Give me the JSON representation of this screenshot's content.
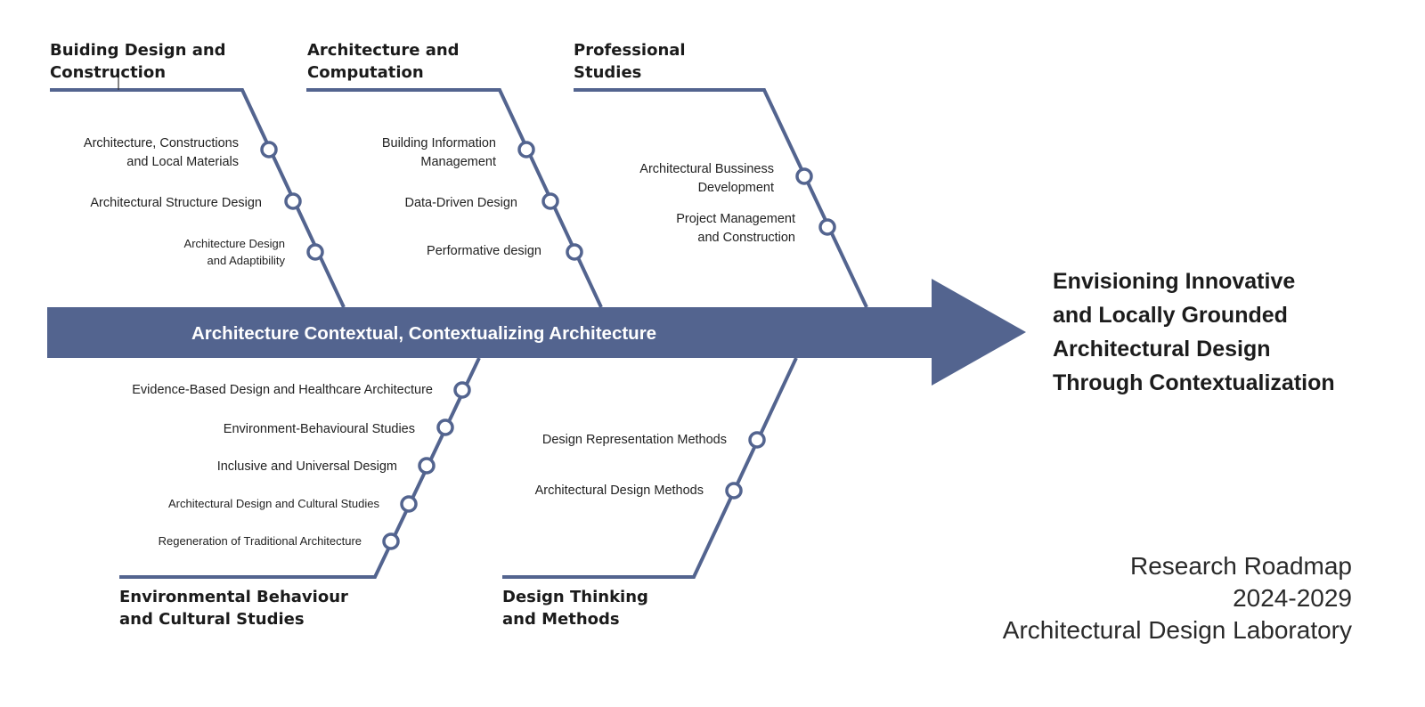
{
  "diagram": {
    "line_color": "#53648f",
    "spine": {
      "label": "Architecture Contextual, Contextualizing Architecture"
    },
    "goal": {
      "text": "Envisioning Innovative\nand Locally Grounded\nArchitectural Design\nThrough Contextualization"
    },
    "categories": [
      {
        "title": "Buiding Design and\nConstruction",
        "items": [
          "Architecture, Constructions\nand Local Materials",
          "Architectural Structure Design",
          "Architecture Design\nand Adaptibility"
        ]
      },
      {
        "title": "Architecture and\nComputation",
        "items": [
          "Building Information\nManagement",
          "Data-Driven Design",
          "Performative design"
        ]
      },
      {
        "title": "Professional\nStudies",
        "items": [
          "Architectural Bussiness\nDevelopment",
          "Project Management\nand Construction"
        ]
      },
      {
        "title": "Environmental Behaviour\nand Cultural Studies",
        "items": [
          "Evidence-Based Design and Healthcare Architecture",
          "Environment-Behavioural Studies",
          "Inclusive and Universal Desigm",
          "Architectural Design and Cultural Studies",
          "Regeneration of Traditional Architecture"
        ]
      },
      {
        "title": "Design Thinking\nand Methods",
        "items": [
          "Design Representation Methods",
          "Architectural Design Methods"
        ]
      }
    ],
    "footer": {
      "text": "Research Roadmap\n2024-2029\nArchitectural Design Laboratory"
    }
  }
}
